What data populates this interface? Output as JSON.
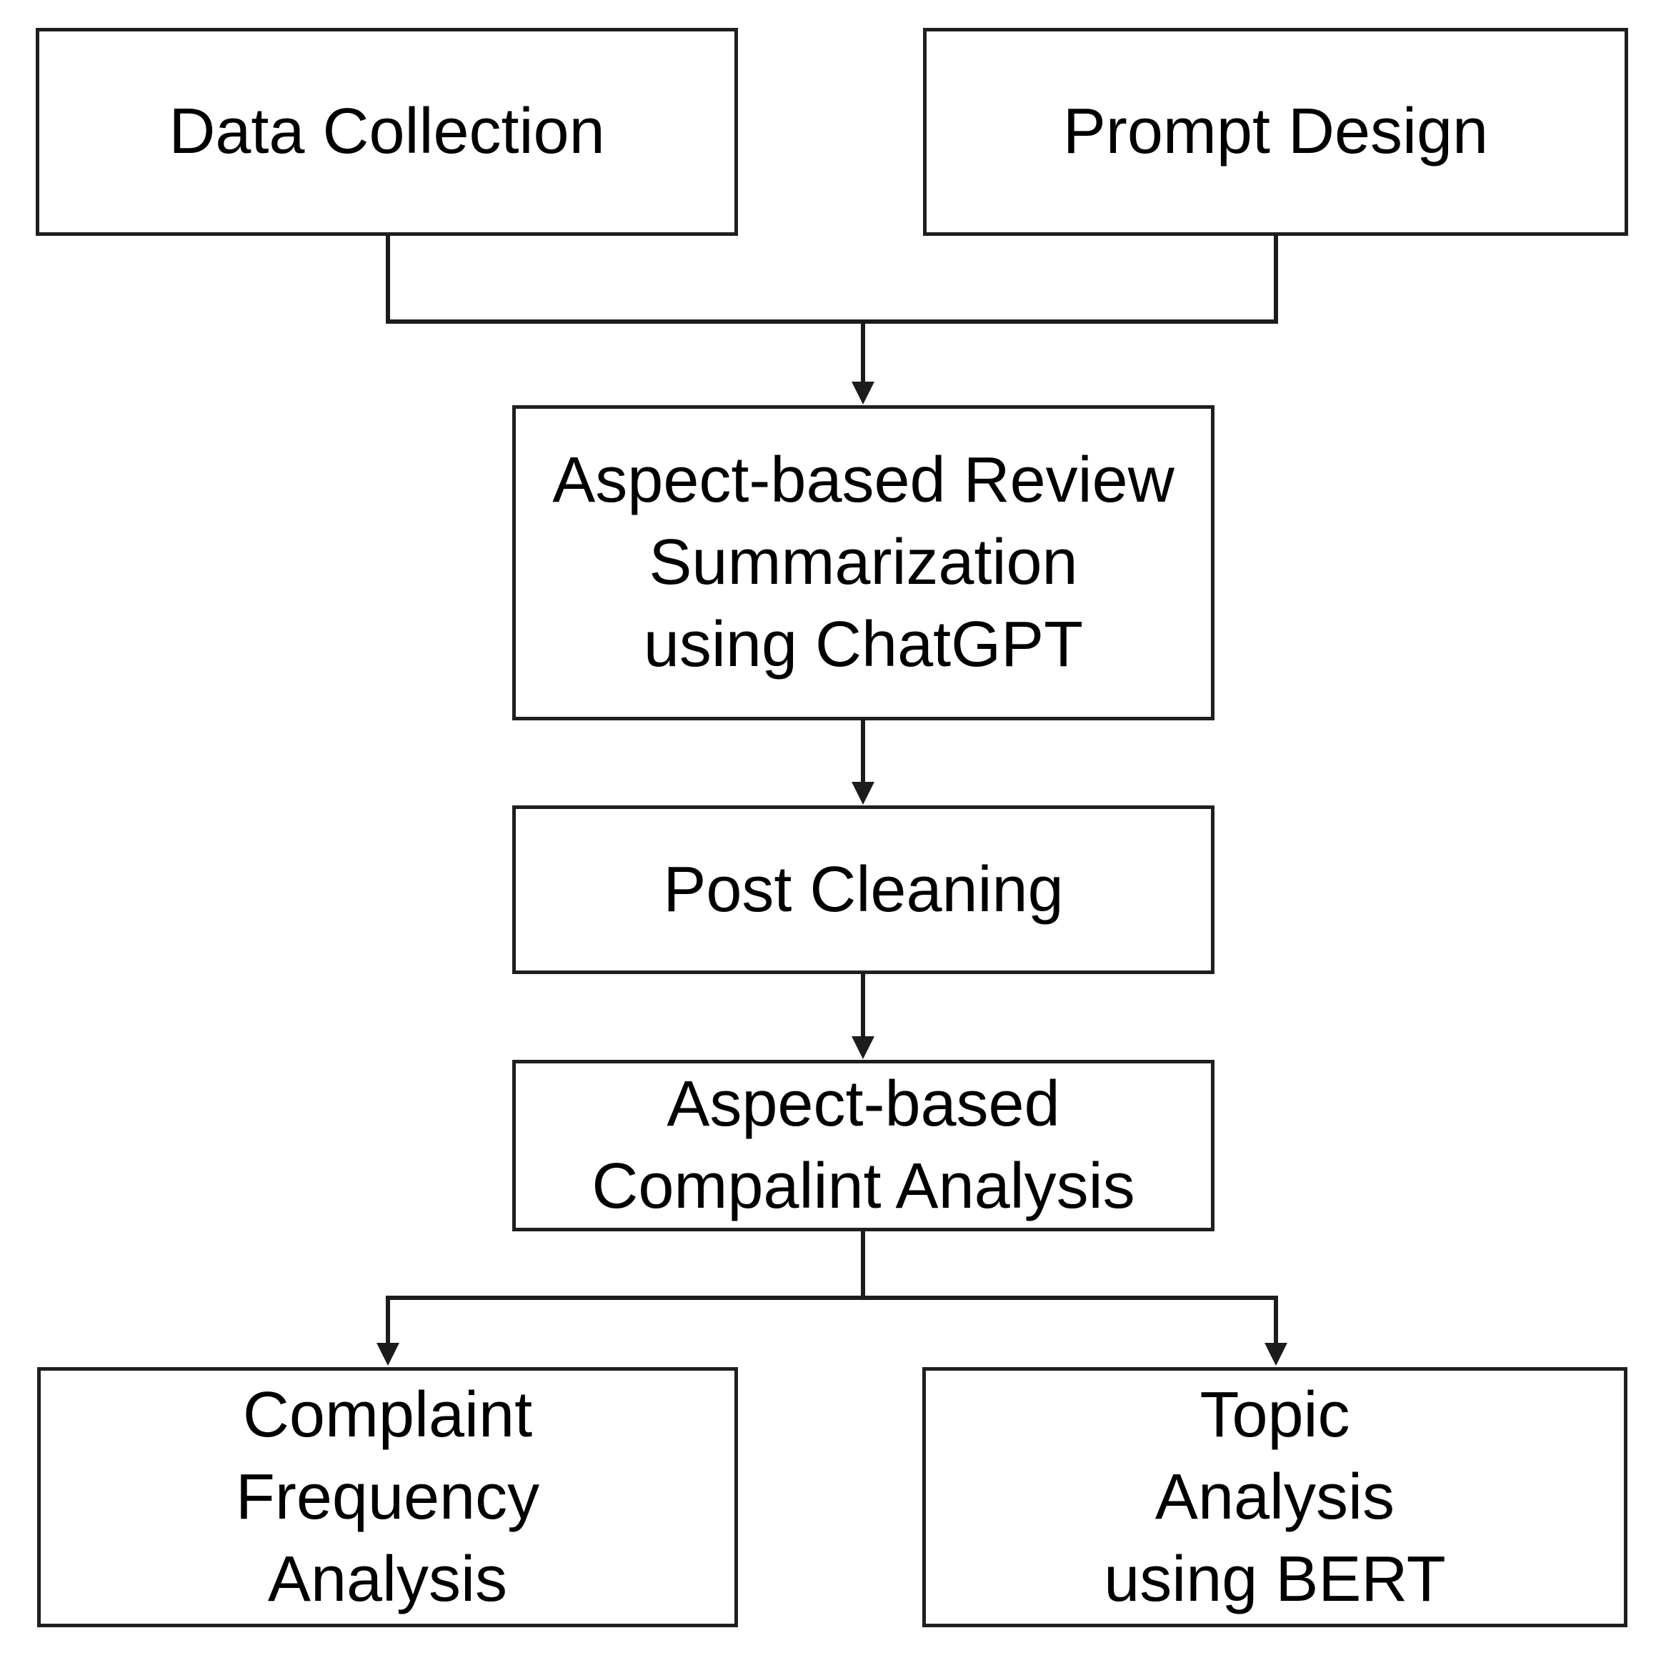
{
  "nodes": {
    "data_collection": {
      "label": "Data Collection"
    },
    "prompt_design": {
      "label": "Prompt Design"
    },
    "summarization": {
      "label": "Aspect-based Review\nSummarization\nusing ChatGPT"
    },
    "post_cleaning": {
      "label": "Post Cleaning"
    },
    "complaint_analysis": {
      "label": "Aspect-based\nCompalint Analysis"
    },
    "complaint_frequency": {
      "label": "Complaint\nFrequency\nAnalysis"
    },
    "topic_analysis": {
      "label": "Topic\nAnalysis\nusing BERT"
    }
  },
  "edges": [
    {
      "from": "Data Collection",
      "to": "Aspect-based Review Summarization using ChatGPT"
    },
    {
      "from": "Prompt Design",
      "to": "Aspect-based Review Summarization using ChatGPT"
    },
    {
      "from": "Aspect-based Review Summarization using ChatGPT",
      "to": "Post Cleaning"
    },
    {
      "from": "Post Cleaning",
      "to": "Aspect-based Compalint Analysis"
    },
    {
      "from": "Aspect-based Compalint Analysis",
      "to": "Complaint Frequency Analysis"
    },
    {
      "from": "Aspect-based Compalint Analysis",
      "to": "Topic Analysis using BERT"
    }
  ],
  "colors": {
    "background": "#ffffff",
    "box_fill": "#ffffff",
    "box_border": "#1f1f1f",
    "connector": "#1c1c1c",
    "text": "#000000"
  }
}
